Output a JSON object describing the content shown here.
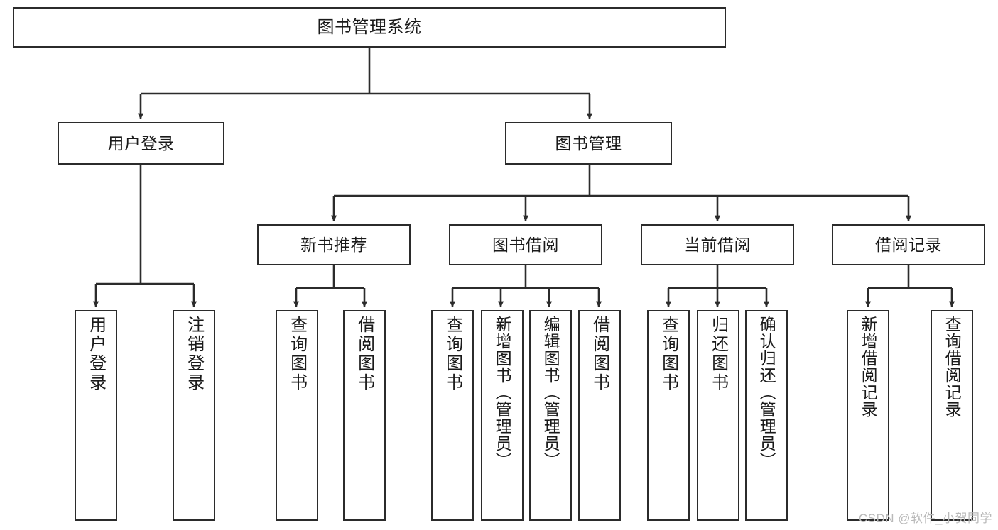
{
  "diagram": {
    "title": "图书管理系统",
    "type": "hierarchy-tree",
    "stroke_color": "#2b2b2b",
    "background_color": "#ffffff",
    "text_color": "#1a1a1a",
    "root": {
      "label": "图书管理系统"
    },
    "level2": [
      {
        "label": "用户登录"
      },
      {
        "label": "图书管理"
      }
    ],
    "level3": [
      {
        "label": "新书推荐"
      },
      {
        "label": "图书借阅"
      },
      {
        "label": "当前借阅"
      },
      {
        "label": "借阅记录"
      }
    ],
    "leaves": {
      "user_login": [
        {
          "label": "用户登录"
        },
        {
          "label": "注销登录"
        }
      ],
      "new_book_recommend": [
        {
          "label": "查询图书"
        },
        {
          "label": "借阅图书"
        }
      ],
      "book_borrow": [
        {
          "label": "查询图书"
        },
        {
          "label": "新增图书（管理员）"
        },
        {
          "label": "编辑图书（管理员）"
        },
        {
          "label": "借阅图书"
        }
      ],
      "current_borrow": [
        {
          "label": "查询图书"
        },
        {
          "label": "归还图书"
        },
        {
          "label": "确认归还（管理员）"
        }
      ],
      "borrow_record": [
        {
          "label": "新增借阅记录"
        },
        {
          "label": "查询借阅记录"
        }
      ]
    }
  },
  "watermark": {
    "text": "CSDN @软件_小贺同学",
    "color": "#b9b9b9"
  }
}
